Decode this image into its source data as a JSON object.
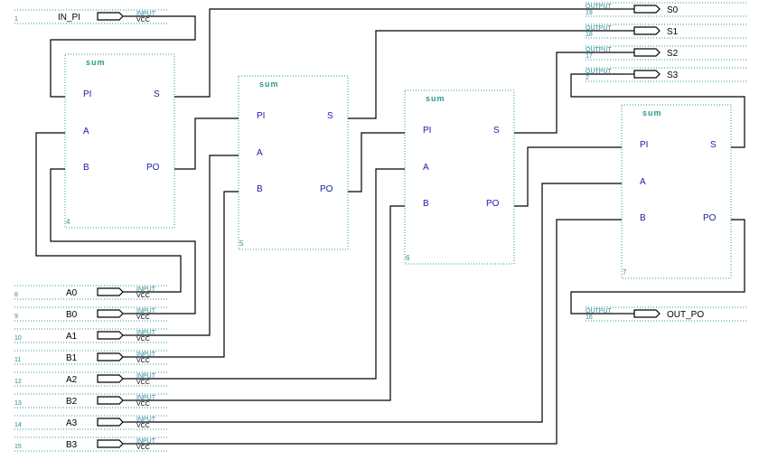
{
  "colors": {
    "wire": "#000000",
    "block_border": "#2a9a8a",
    "pin_text": "#1a1aa8",
    "title_text": "#2a9a8a",
    "pin_number": "#2a8a9a",
    "io_text": "#000000",
    "background": "#ffffff"
  },
  "block_title": "sum",
  "blocks": [
    {
      "id": "4",
      "pins": {
        "pi": "PI",
        "a": "A",
        "b": "B",
        "s": "S",
        "po": "PO"
      }
    },
    {
      "id": "5",
      "pins": {
        "pi": "PI",
        "a": "A",
        "b": "B",
        "s": "S",
        "po": "PO"
      }
    },
    {
      "id": "6",
      "pins": {
        "pi": "PI",
        "a": "A",
        "b": "B",
        "s": "S",
        "po": "PO"
      }
    },
    {
      "id": "7",
      "pins": {
        "pi": "PI",
        "a": "A",
        "b": "B",
        "s": "S",
        "po": "PO"
      }
    }
  ],
  "inputs": [
    {
      "num": "1",
      "name": "IN_PI",
      "type": "INPUT",
      "vcc": "VCC"
    },
    {
      "num": "8",
      "name": "A0",
      "type": "INPUT",
      "vcc": "VCC"
    },
    {
      "num": "9",
      "name": "B0",
      "type": "INPUT",
      "vcc": "VCC"
    },
    {
      "num": "10",
      "name": "A1",
      "type": "INPUT",
      "vcc": "VCC"
    },
    {
      "num": "11",
      "name": "B1",
      "type": "INPUT",
      "vcc": "VCC"
    },
    {
      "num": "12",
      "name": "A2",
      "type": "INPUT",
      "vcc": "VCC"
    },
    {
      "num": "13",
      "name": "B2",
      "type": "INPUT",
      "vcc": "VCC"
    },
    {
      "num": "14",
      "name": "A3",
      "type": "INPUT",
      "vcc": "VCC"
    },
    {
      "num": "15",
      "name": "B3",
      "type": "INPUT",
      "vcc": "VCC"
    }
  ],
  "outputs": [
    {
      "num": "19",
      "name": "S0",
      "type": "OUTPUT"
    },
    {
      "num": "18",
      "name": "S1",
      "type": "OUTPUT"
    },
    {
      "num": "17",
      "name": "S2",
      "type": "OUTPUT"
    },
    {
      "num": "2",
      "name": "S3",
      "type": "OUTPUT"
    },
    {
      "num": "16",
      "name": "OUT_PO",
      "type": "OUTPUT"
    }
  ]
}
